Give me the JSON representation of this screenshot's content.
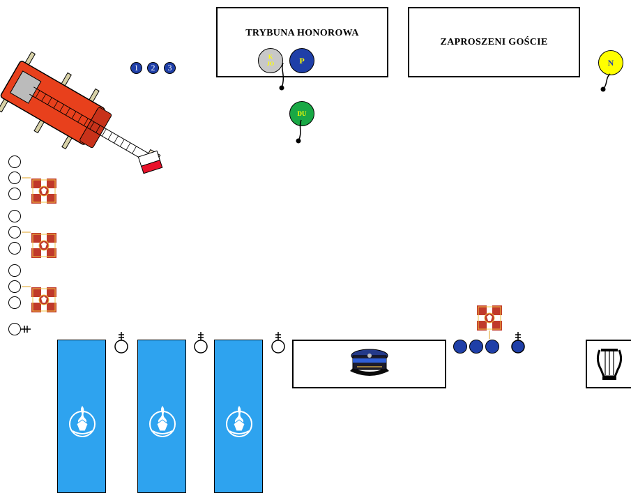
{
  "stands": {
    "honorary": "TRYBUNA HONOROWA",
    "guests": "ZAPROSZENI GOŚCIE"
  },
  "markers": {
    "kjo_top": "K",
    "kjo_bottom": "JO",
    "p": "P",
    "du": "DU",
    "n": "N"
  },
  "numbers": [
    "1",
    "2",
    "3"
  ],
  "colors": {
    "navy": "#1f3fa8",
    "yellow": "#ffff00",
    "green": "#19a845",
    "grey": "#c8c8c8",
    "banner": "#2ea3ef",
    "flag_red": "#c0392b"
  },
  "icons": [
    "fire-truck-icon",
    "ensign-flag-icon",
    "firefighter-emblem-icon",
    "officer-cap-icon",
    "lyre-icon"
  ]
}
